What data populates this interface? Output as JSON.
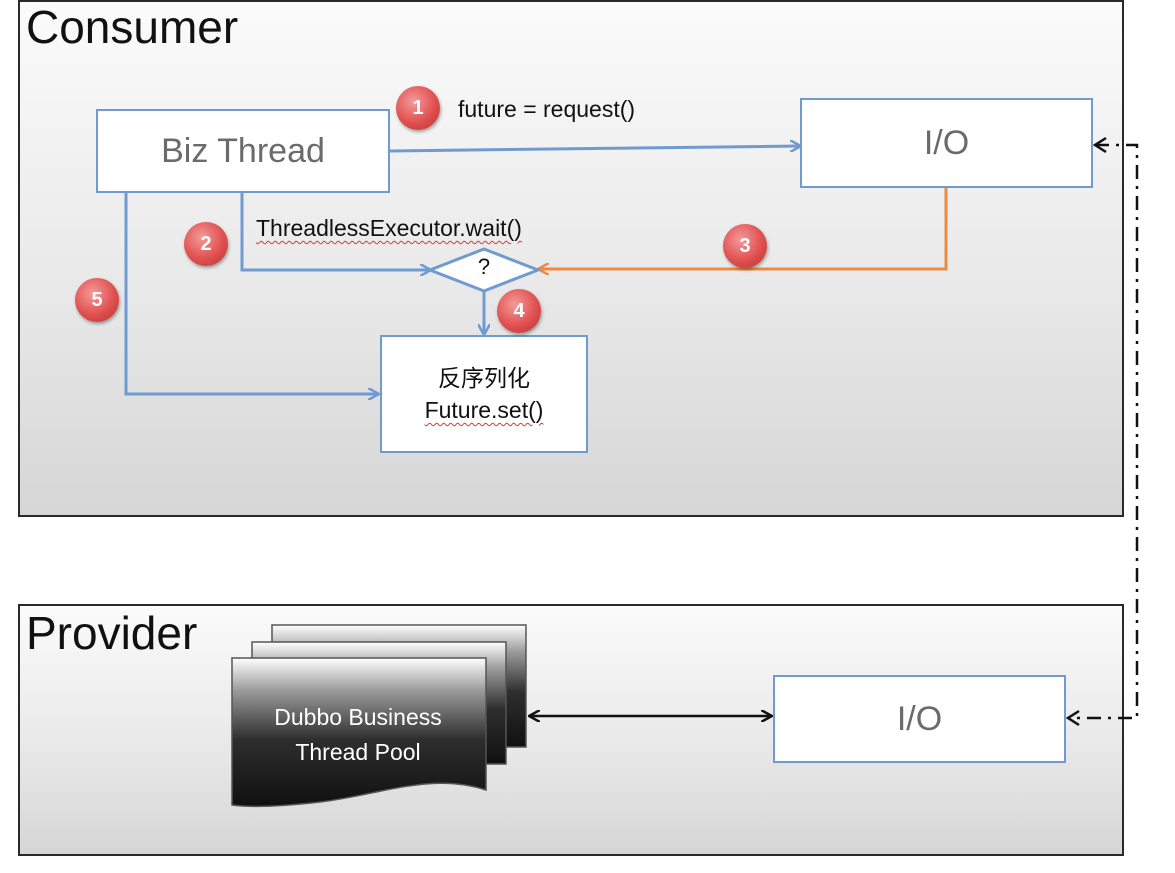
{
  "consumer": {
    "title": "Consumer",
    "biz_thread": "Biz Thread",
    "io": "I/O",
    "request_label": "future = request()",
    "wait_label": "ThreadlessExecutor.wait()",
    "decision": "?",
    "deserialize": "反序列化",
    "future_set": "Future.set()"
  },
  "provider": {
    "title": "Provider",
    "pool_line1": "Dubbo Business",
    "pool_line2": "Thread Pool",
    "io": "I/O"
  },
  "steps": [
    "1",
    "2",
    "3",
    "4",
    "5"
  ],
  "colors": {
    "flow_arrow": "#6f9bd1",
    "response_arrow": "#ec8a43",
    "step_badge": "#e0504f",
    "network_line": "#111111"
  }
}
